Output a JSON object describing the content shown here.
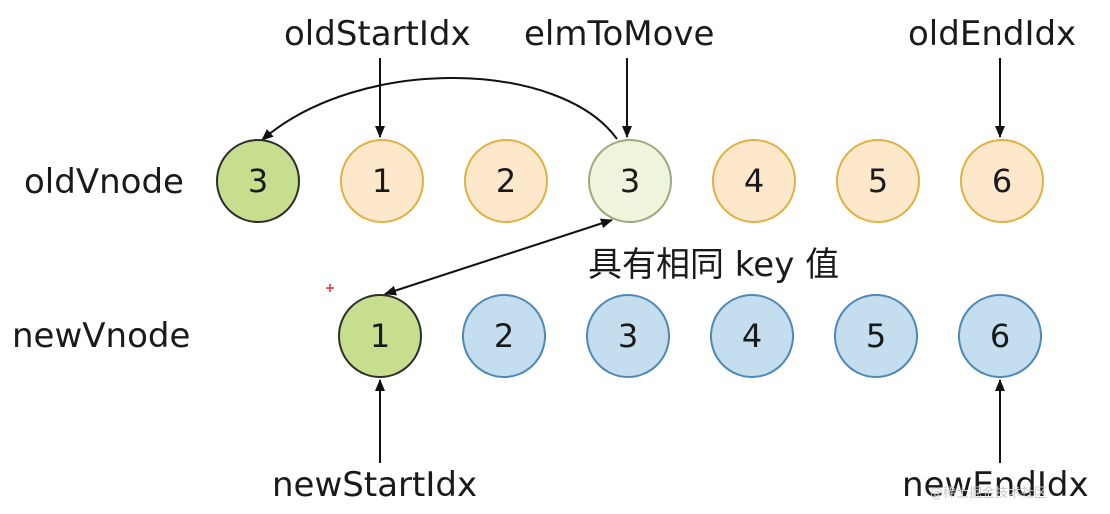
{
  "row_labels": {
    "old": "oldVnode",
    "new": "newVnode"
  },
  "pointers": {
    "old_start": "oldStartIdx",
    "elm_to_move": "elmToMove",
    "old_end": "oldEndIdx",
    "new_start": "newStartIdx",
    "new_end": "newEndIdx"
  },
  "same_key_note": "具有相同 key 值",
  "old_nodes": [
    {
      "value": "3",
      "state": "moved"
    },
    {
      "value": "1",
      "state": "normal"
    },
    {
      "value": "2",
      "state": "normal"
    },
    {
      "value": "3",
      "state": "to-move"
    },
    {
      "value": "4",
      "state": "normal"
    },
    {
      "value": "5",
      "state": "normal"
    },
    {
      "value": "6",
      "state": "normal"
    }
  ],
  "new_nodes": [
    {
      "value": "1",
      "state": "current"
    },
    {
      "value": "2",
      "state": "normal"
    },
    {
      "value": "3",
      "state": "normal"
    },
    {
      "value": "4",
      "state": "normal"
    },
    {
      "value": "5",
      "state": "normal"
    },
    {
      "value": "6",
      "state": "normal"
    }
  ],
  "colors": {
    "old_normal_fill": "#fde8cc",
    "old_normal_stroke": "#e2b040",
    "moved_fill": "#c8de8f",
    "moved_stroke": "#2e2e2e",
    "to_move_fill": "#eef5dc",
    "to_move_stroke": "#9bab7e",
    "new_normal_fill": "#c4ddef",
    "new_normal_stroke": "#4f87b5",
    "current_fill": "#c8de8f",
    "current_stroke": "#2e2e2e"
  },
  "watermark": "@稀土掘金技术社区"
}
